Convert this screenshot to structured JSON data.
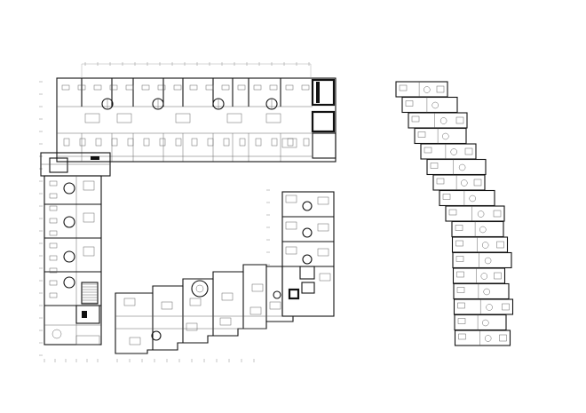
{
  "figure": {
    "kind": "architectural floor plan",
    "background_color": "#ffffff",
    "line_color": "#111111",
    "text_labels": []
  },
  "buildings": [
    {
      "id": "l-shaped-block",
      "wings": [
        "north-wing",
        "west-wing"
      ]
    },
    {
      "id": "stepped-central-block",
      "wings": [
        "south-stepped-row",
        "east-tower"
      ]
    },
    {
      "id": "diagonal-row-houses",
      "units": 17
    }
  ]
}
